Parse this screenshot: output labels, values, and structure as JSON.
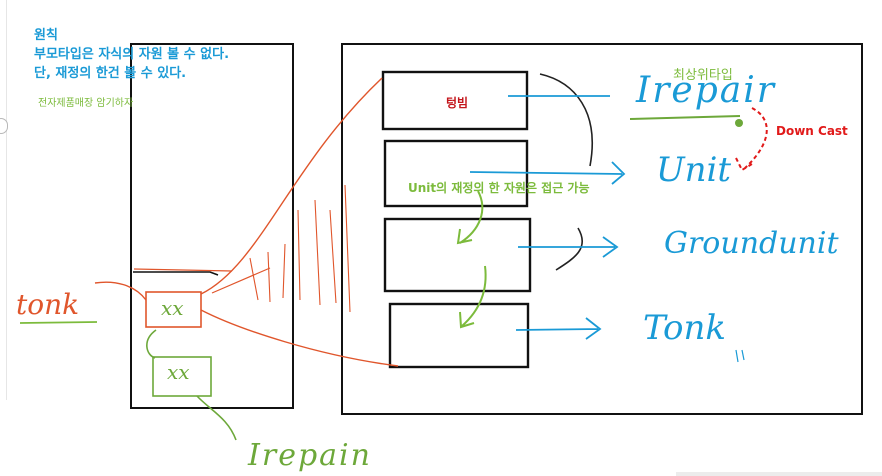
{
  "principle": {
    "title": "원칙",
    "line1": "부모타입은 자식의 자원 볼 수 없다.",
    "line2": "단, 재정의 한건 볼 수 있다."
  },
  "memo": "전자제품매장 암기하자",
  "hierarchy": {
    "boxes": [
      {
        "label": "텅빔"
      },
      {
        "label": ""
      },
      {
        "label": ""
      },
      {
        "label": ""
      }
    ],
    "top_type_caption": "최상위타입",
    "types": [
      "Irepair",
      "Unit",
      "Groundunit",
      "Tonk"
    ],
    "downcast_label": "Down Cast",
    "unit_note": "Unit의 재정의 한 자원은 접근 가능"
  },
  "stack": {
    "left_label": "tonk",
    "xx1": "xx",
    "xx2": "xx",
    "bottom_label": "Irepain"
  },
  "colors": {
    "ink_black": "#111111",
    "blue": "#1a9ad6",
    "green": "#7cbb3c",
    "red": "#e23b2a",
    "dark_red": "#c4161c",
    "orange_red": "#e0562c"
  }
}
